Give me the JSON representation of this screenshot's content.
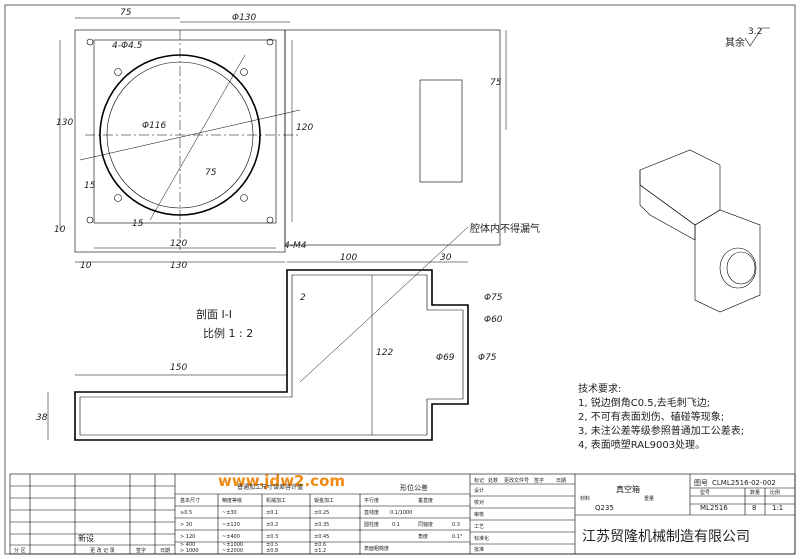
{
  "dimensions": {
    "top_width": "75",
    "dia_outer": "Φ130",
    "holes": "4-Φ4.5",
    "right_height": "75",
    "left_height": "130",
    "inner_height": "120",
    "dia_inner": "Φ116",
    "inner_75": "75",
    "left_15": "15",
    "left_10": "10",
    "bottom_15": "15",
    "bottom_120": "120",
    "bottom_130": "130",
    "bottom_10": "10",
    "thread": "4-M4",
    "sec_100": "100",
    "sec_30": "30",
    "sec_2": "2",
    "sec_122": "122",
    "sec_150": "150",
    "sec_38": "38",
    "sec_d60": "Φ60",
    "sec_d69": "Φ69",
    "sec_d75a": "Φ75",
    "sec_d75b": "Φ75"
  },
  "surface_finish": {
    "label": "其余",
    "value": "3.2"
  },
  "annotation": {
    "leak": "腔体内不得漏气"
  },
  "section": {
    "title": "剖面 I-I",
    "scale": "比例 1 : 2"
  },
  "requirements": {
    "title": "技术要求:",
    "items": [
      "1, 锐边倒角C0.5,去毛刺飞边;",
      "2, 不可有表面划伤、磕碰等现象;",
      "3, 未注公差等级参照普通加工公差表;",
      "4, 表面喷塑RAL9003处理。"
    ]
  },
  "watermark": "www.jdw2.com",
  "title_block": {
    "tolerance_title": "普通加工尺寸误差容许值",
    "form_tolerance": "形位公差",
    "part_name": "真空箱",
    "drawing_no_label": "图号",
    "drawing_no": "CLML2516-02-002",
    "model": "ML2516",
    "material": "Q235",
    "qty": "8",
    "scale": "1:1",
    "company": "江苏贸隆机械制造有限公司",
    "new_design": "新设",
    "col_labels": [
      "标记",
      "处数",
      "更改文件号",
      "签字",
      "日期"
    ],
    "row_labels": [
      "设计",
      "校对",
      "审核",
      "工艺",
      "标准化",
      "批准"
    ],
    "small_headers": [
      "数量",
      "比例",
      "型号",
      "材料",
      "重量"
    ],
    "bottom_labels": [
      "分 区",
      "更 改 记 录",
      "签字",
      "日期"
    ],
    "tol_headers": [
      "基本尺寸",
      "精度等级",
      "机械加工",
      "钣金加工"
    ],
    "tol_rows": [
      [
        "≥0.5",
        "~±30",
        "±0.1",
        "±0.25"
      ],
      [
        "> 30",
        "~±120",
        "±0.2",
        "±0.35"
      ],
      [
        "> 120",
        "~±400",
        "±0.3",
        "±0.45"
      ],
      [
        "> 400",
        "~±1000",
        "±0.5",
        "±0.6"
      ],
      [
        "> 1000",
        "~±2000",
        "±0.8",
        "±1.2"
      ]
    ],
    "form_rows": [
      [
        "平行度",
        "",
        "垂直度",
        ""
      ],
      [
        "直线度",
        "0.1/1000",
        "",
        ""
      ],
      [
        "圆柱度",
        "0.1",
        "同轴度",
        "0.3"
      ],
      [
        "",
        "",
        "角度",
        "0.1°"
      ],
      [
        "表面粗糙度",
        "",
        "",
        ""
      ]
    ]
  }
}
